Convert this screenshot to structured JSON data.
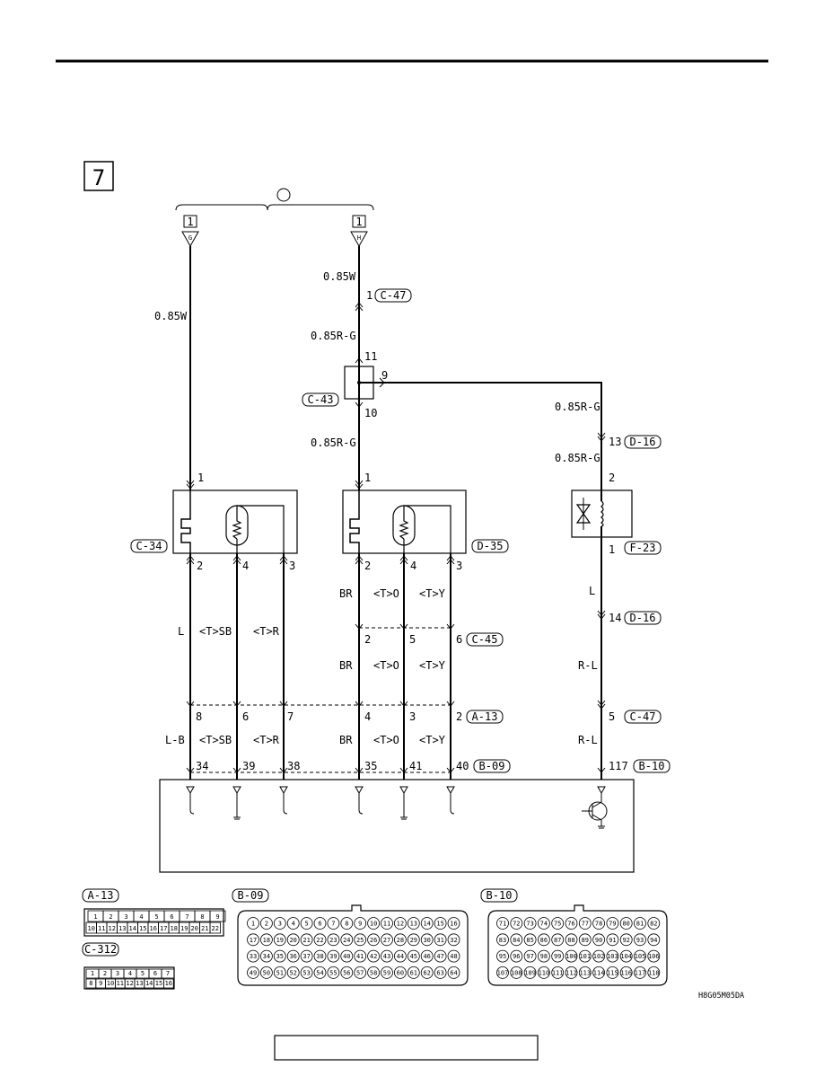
{
  "page": {
    "section_number": "7",
    "figure_code": "H8G05M05DA",
    "top_circle_symbol": "",
    "footer_text": ""
  },
  "source_connectors": [
    {
      "number": "1",
      "letter": "G"
    },
    {
      "number": "1",
      "letter": "H"
    }
  ],
  "wire_labels": {
    "left_top": "0.85W",
    "center_top": "0.85W",
    "center_mid": "0.85R-G",
    "center_lower": "0.85R-G",
    "right_upper": "0.85R-G",
    "right_lower": "0.85R-G",
    "c34_2": "L",
    "c34_4": "<T>SB",
    "c34_3": "<T>R",
    "d35_2_upper": "BR",
    "d35_4_upper": "<T>O",
    "d35_3_upper": "<T>Y",
    "d35_2_lower": "BR",
    "d35_4_lower": "<T>O",
    "d35_3_lower": "<T>Y",
    "a13_8": "L-B",
    "a13_6": "<T>SB",
    "a13_7": "<T>R",
    "a13_4": "BR",
    "a13_3": "<T>O",
    "a13_2": "<T>Y",
    "f23_1": "L",
    "d16_14": "R-L",
    "c47_5": "R-L"
  },
  "pins": {
    "c47_top": "1",
    "c43_in": "11",
    "c43_out_right": "9",
    "c43_out_down": "10",
    "c34_1": "1",
    "d35_1": "1",
    "d16_13": "13",
    "f23_2": "2",
    "c34_2": "2",
    "c34_4": "4",
    "c34_3": "3",
    "d35_2": "2",
    "d35_4": "4",
    "d35_3": "3",
    "f23_1": "1",
    "c45_2": "2",
    "c45_5": "5",
    "c45_6": "6",
    "d16_14": "14",
    "a13_8": "8",
    "a13_6": "6",
    "a13_7": "7",
    "a13_4": "4",
    "a13_3": "3",
    "a13_2": "2",
    "c47_5": "5",
    "b09_34": "34",
    "b09_39": "39",
    "b09_38": "38",
    "b09_35": "35",
    "b09_41": "41",
    "b09_40": "40",
    "b10_117": "117"
  },
  "connector_tags": {
    "c47_top": "C-47",
    "c43": "C-43",
    "d16_top": "D-16",
    "c34": "C-34",
    "d35": "D-35",
    "f23": "F-23",
    "c45": "C-45",
    "d16_bottom": "D-16",
    "a13": "A-13",
    "c47_bottom": "C-47",
    "b09": "B-09",
    "b10": "B-10"
  },
  "connector_views": {
    "a13_title": "A-13",
    "a13_row1": [
      "1",
      "2",
      "3",
      "4",
      "5",
      "6",
      "7",
      "8",
      "9"
    ],
    "a13_row2": [
      "10",
      "11",
      "12",
      "13",
      "14",
      "15",
      "16",
      "17",
      "18",
      "19",
      "20",
      "21",
      "22"
    ],
    "c312_title": "C-312",
    "c312_row1": [
      "1",
      "2",
      "3",
      "4",
      "5",
      "6",
      "7"
    ],
    "c312_row2": [
      "8",
      "9",
      "10",
      "11",
      "12",
      "13",
      "14",
      "15",
      "16"
    ],
    "b09_title": "B-09",
    "b09_rows": [
      [
        "1",
        "2",
        "3",
        "4",
        "5",
        "6",
        "7",
        "8",
        "9",
        "10",
        "11",
        "12",
        "13",
        "14",
        "15",
        "16"
      ],
      [
        "17",
        "18",
        "19",
        "20",
        "21",
        "22",
        "23",
        "24",
        "25",
        "26",
        "27",
        "28",
        "29",
        "30",
        "31",
        "32"
      ],
      [
        "33",
        "34",
        "35",
        "36",
        "37",
        "38",
        "39",
        "40",
        "41",
        "42",
        "43",
        "44",
        "45",
        "46",
        "47",
        "48"
      ],
      [
        "49",
        "50",
        "51",
        "52",
        "53",
        "54",
        "55",
        "56",
        "57",
        "58",
        "59",
        "60",
        "61",
        "62",
        "63",
        "64"
      ]
    ],
    "b10_title": "B-10",
    "b10_rows": [
      [
        "71",
        "72",
        "73",
        "74",
        "75",
        "76",
        "77",
        "78",
        "79",
        "80",
        "81",
        "82"
      ],
      [
        "83",
        "84",
        "85",
        "86",
        "87",
        "88",
        "89",
        "90",
        "91",
        "92",
        "93",
        "94"
      ],
      [
        "95",
        "96",
        "97",
        "98",
        "99",
        "100",
        "101",
        "102",
        "103",
        "104",
        "105",
        "106"
      ],
      [
        "107",
        "108",
        "109",
        "110",
        "111",
        "112",
        "113",
        "114",
        "115",
        "116",
        "117",
        "118"
      ]
    ]
  }
}
